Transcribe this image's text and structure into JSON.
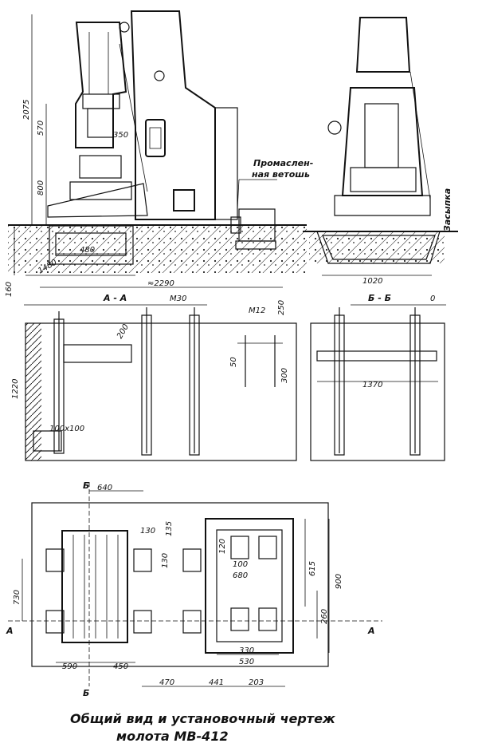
{
  "title": {
    "line1": "Общий вид и установочный чертеж",
    "line2": "молота МВ-412"
  },
  "labels": {
    "note_1": "Промаслен-",
    "note_2": "ная ветошь",
    "backfill": "Засыпка",
    "section_a": "А - А",
    "section_b": "Б - Б",
    "cut_a": "А",
    "cut_b": "Б"
  },
  "dims": {
    "d2075": "2075",
    "d570": "570",
    "d800": "800",
    "d350": "350",
    "d480": "480",
    "d1480": "1480",
    "d2290": "≈2290",
    "d1020": "1020",
    "d160": "160",
    "d250": "250",
    "d0": "0",
    "m30": "М30",
    "m12": "М12",
    "d200": "200",
    "d1220": "1220",
    "d50": "50",
    "d300": "300",
    "d100x100": "100x100",
    "d1370": "1370",
    "d640": "640",
    "d130a": "130",
    "d135": "135",
    "d130b": "130",
    "d120": "120",
    "d100": "100",
    "d680": "680",
    "d615": "615",
    "d900": "900",
    "d730": "730",
    "d260": "260",
    "d590": "590",
    "d450": "450",
    "d330": "330",
    "d530": "530",
    "d470": "470",
    "d441": "441",
    "d203": "203"
  }
}
